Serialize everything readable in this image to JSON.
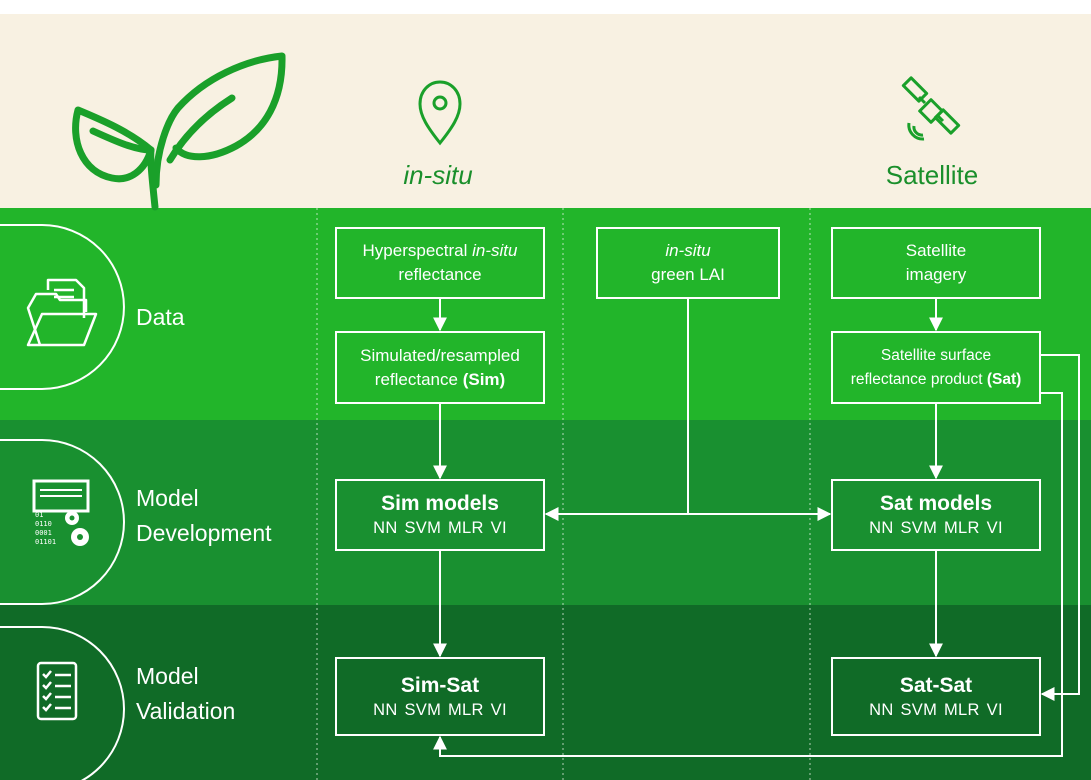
{
  "columns": {
    "insitu_title": "in-situ",
    "satellite_title": "Satellite"
  },
  "rows": {
    "data": "Data",
    "model_dev_line1": "Model",
    "model_dev_line2": "Development",
    "model_val_line1": "Model",
    "model_val_line2": "Validation"
  },
  "boxes": {
    "hyper_a": "Hyperspectral ",
    "hyper_b": "in-situ",
    "hyper_c": "reflectance",
    "lai_a": "in-situ",
    "lai_b": "green LAI",
    "satimg_a": "Satellite",
    "satimg_b": "imagery",
    "sim_a": "Simulated/resampled",
    "sim_b": "reflectance ",
    "sim_c": "(Sim)",
    "satsurf_a": "Satellite surface",
    "satsurf_b": "reflectance product ",
    "satsurf_c": "(Sat)",
    "simmodels_title": "Sim models",
    "simmodels_sub": "NN  SVM  MLR  VI",
    "satmodels_title": "Sat models",
    "satmodels_sub": "NN  SVM  MLR  VI",
    "simsat_title": "Sim-Sat",
    "simsat_sub": "NN  SVM  MLR  VI",
    "satsat_title": "Sat-Sat",
    "satsat_sub": "NN  SVM  MLR  VI"
  },
  "colors": {
    "top_band": "#f8f1e2",
    "data_band": "#22b52a",
    "dev_band": "#199030",
    "val_band": "#106b27",
    "accent_green": "#1aa02a"
  },
  "icons": [
    "leaf-plant-icon",
    "location-pin-icon",
    "satellite-icon",
    "folder-icon",
    "binary-gears-icon",
    "checklist-icon"
  ]
}
